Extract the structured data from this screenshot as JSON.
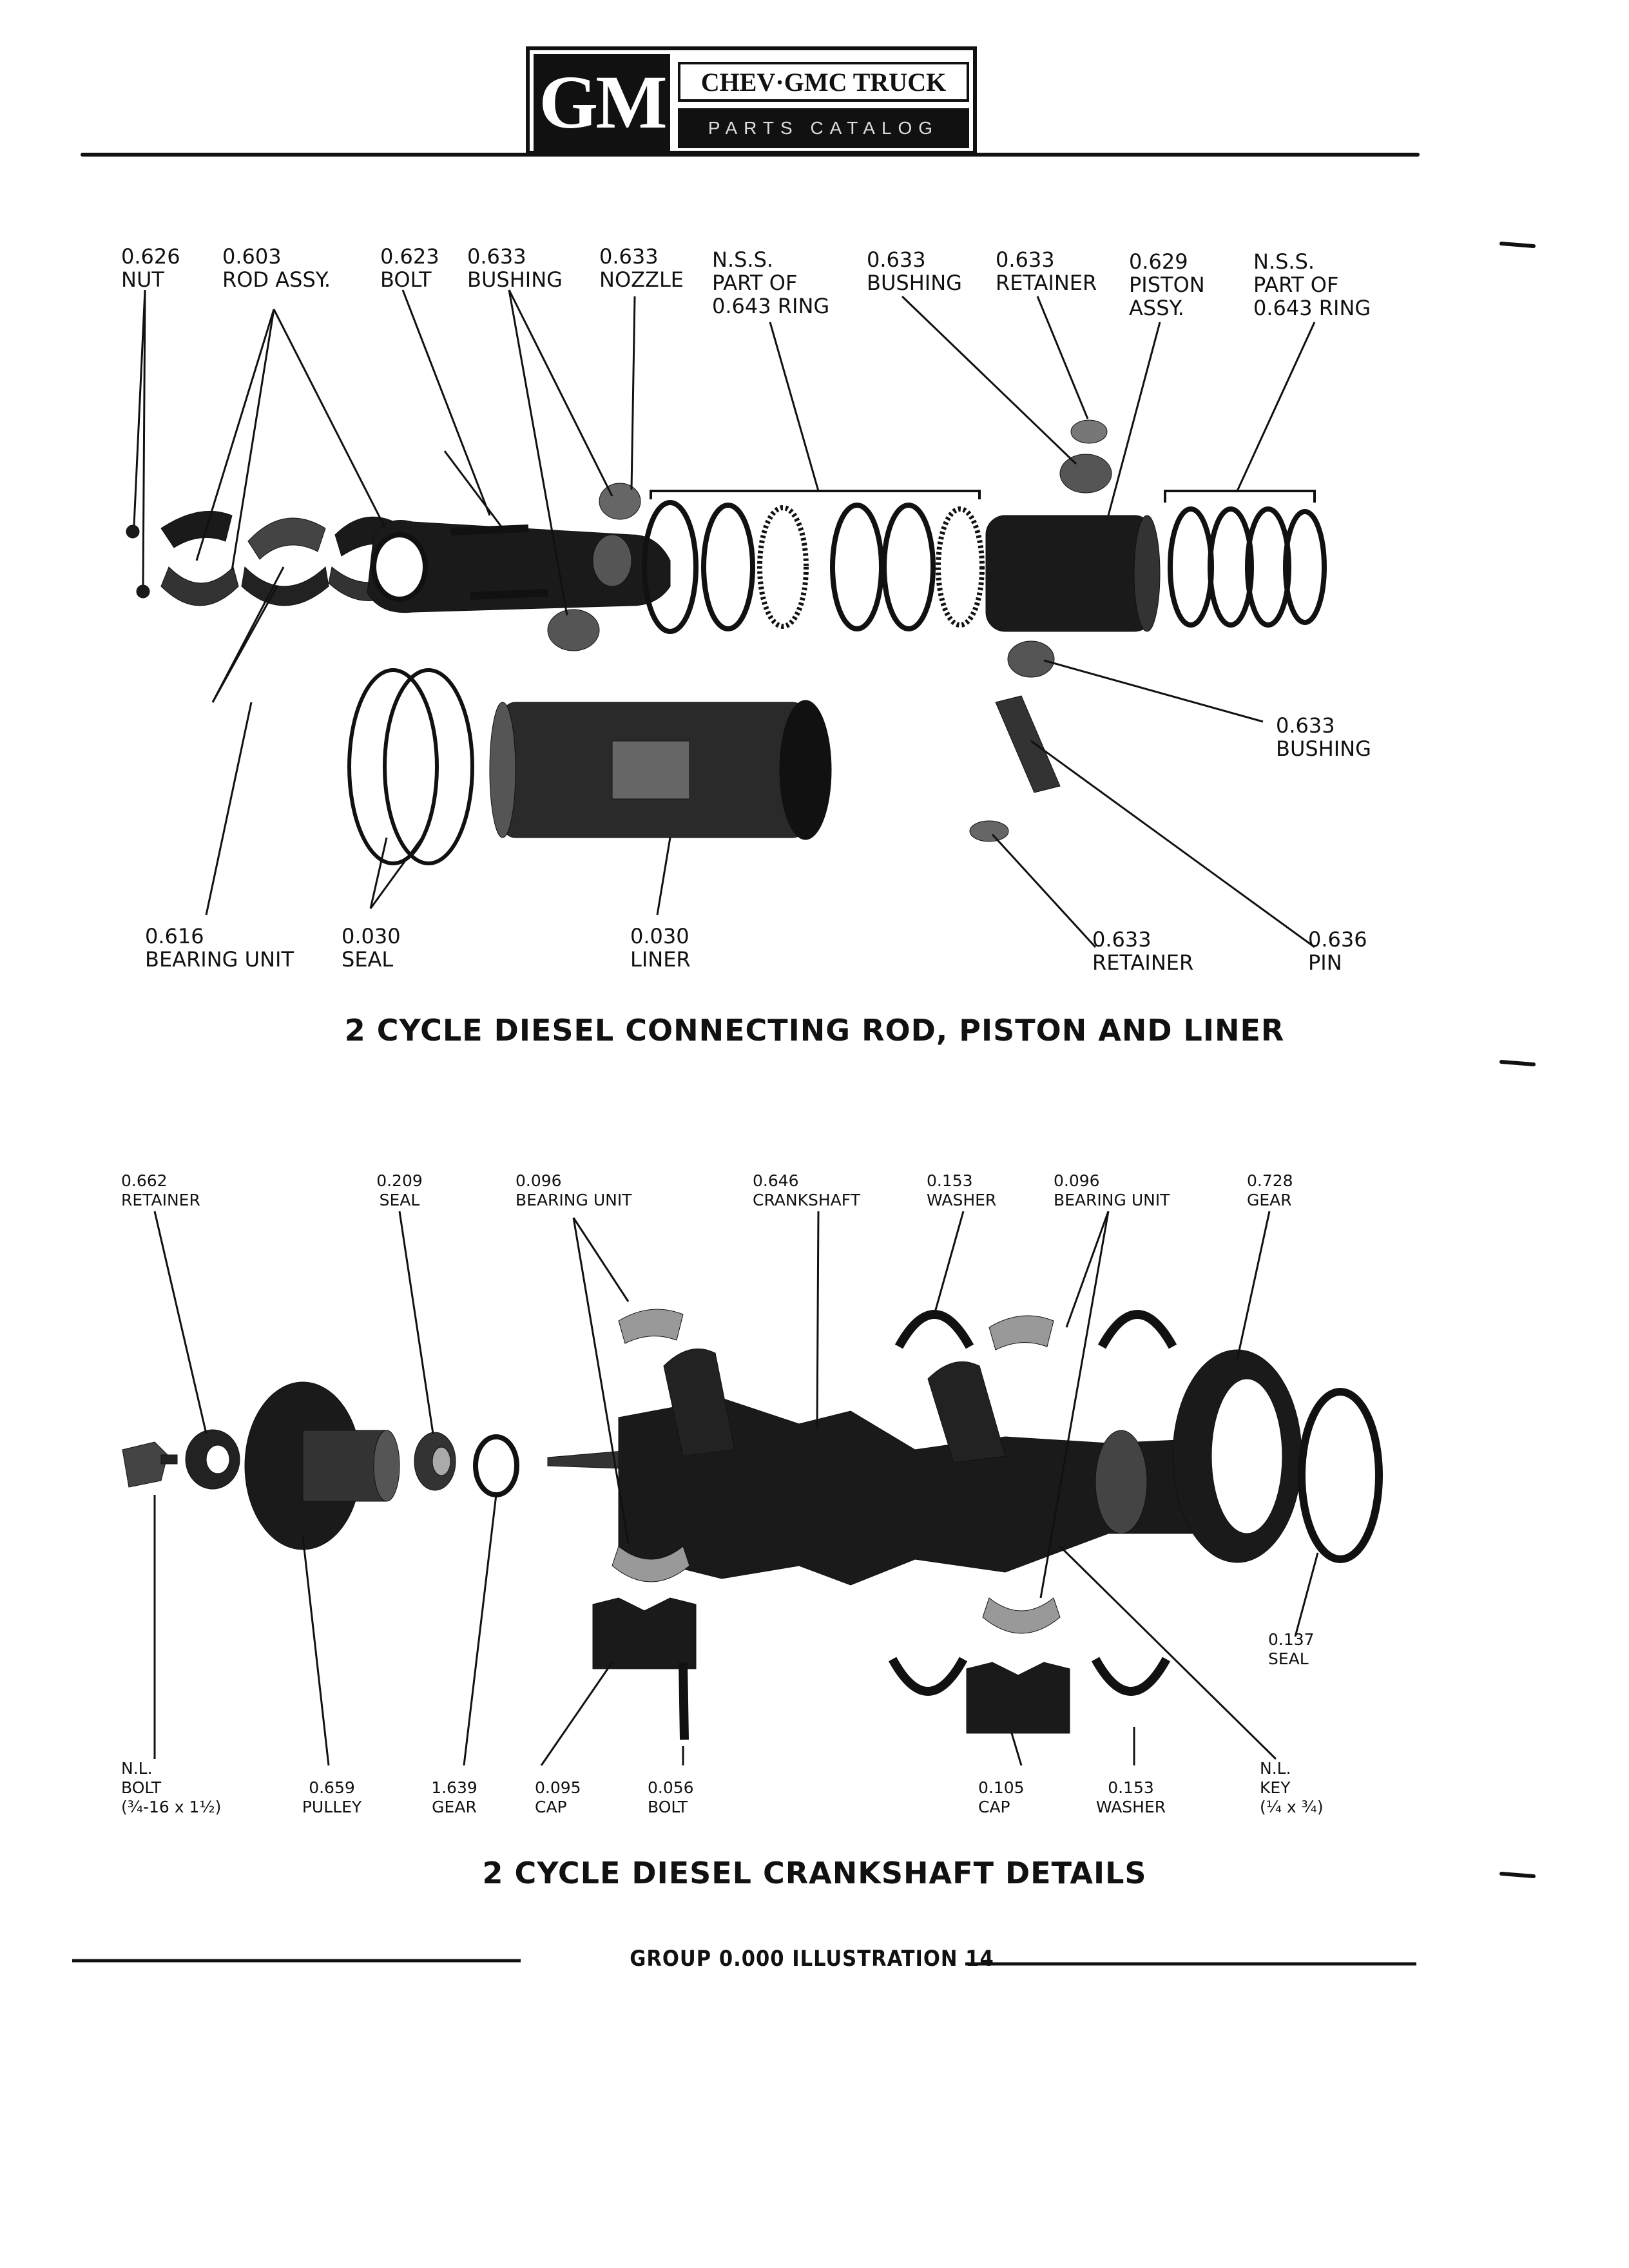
{
  "header": {
    "logo": "GM",
    "title": "CHEV·GMC TRUCK",
    "subtitle": "PARTS CATALOG"
  },
  "section1": {
    "caption": "2 CYCLE DIESEL CONNECTING ROD, PISTON AND LINER",
    "labels": [
      {
        "num": "0.626",
        "name": "NUT"
      },
      {
        "num": "0.603",
        "name": "ROD ASSY."
      },
      {
        "num": "0.623",
        "name": "BOLT"
      },
      {
        "num": "0.633",
        "name": "BUSHING"
      },
      {
        "num": "0.633",
        "name": "NOZZLE"
      },
      {
        "num": "N.S.S.",
        "name": "PART OF\n0.643 RING"
      },
      {
        "num": "0.633",
        "name": "BUSHING"
      },
      {
        "num": "0.633",
        "name": "RETAINER"
      },
      {
        "num": "0.629",
        "name": "PISTON\nASSY."
      },
      {
        "num": "N.S.S.",
        "name": "PART OF\n0.643 RING"
      },
      {
        "num": "0.633",
        "name": "BUSHING"
      },
      {
        "num": "0.616",
        "name": "BEARING UNIT"
      },
      {
        "num": "0.030",
        "name": "SEAL"
      },
      {
        "num": "0.030",
        "name": "LINER"
      },
      {
        "num": "0.633",
        "name": "RETAINER"
      },
      {
        "num": "0.636",
        "name": "PIN"
      }
    ]
  },
  "section2": {
    "caption": "2 CYCLE DIESEL CRANKSHAFT DETAILS",
    "labels": [
      {
        "num": "0.662",
        "name": "RETAINER"
      },
      {
        "num": "0.209",
        "name": "SEAL"
      },
      {
        "num": "0.096",
        "name": "BEARING UNIT"
      },
      {
        "num": "0.646",
        "name": "CRANKSHAFT"
      },
      {
        "num": "0.153",
        "name": "WASHER"
      },
      {
        "num": "0.096",
        "name": "BEARING UNIT"
      },
      {
        "num": "0.728",
        "name": "GEAR"
      },
      {
        "num": "0.137",
        "name": "SEAL"
      },
      {
        "num": "N.L.",
        "name": "BOLT\n(¾-16 x 1½)"
      },
      {
        "num": "0.659",
        "name": "PULLEY"
      },
      {
        "num": "1.639",
        "name": "GEAR"
      },
      {
        "num": "0.095",
        "name": "CAP"
      },
      {
        "num": "0.056",
        "name": "BOLT"
      },
      {
        "num": "0.105",
        "name": "CAP"
      },
      {
        "num": "0.153",
        "name": "WASHER"
      },
      {
        "num": "N.L.",
        "name": "KEY\n(¼ x ¾)"
      }
    ]
  },
  "footer": {
    "text": "GROUP 0.000 ILLUSTRATION 14"
  }
}
